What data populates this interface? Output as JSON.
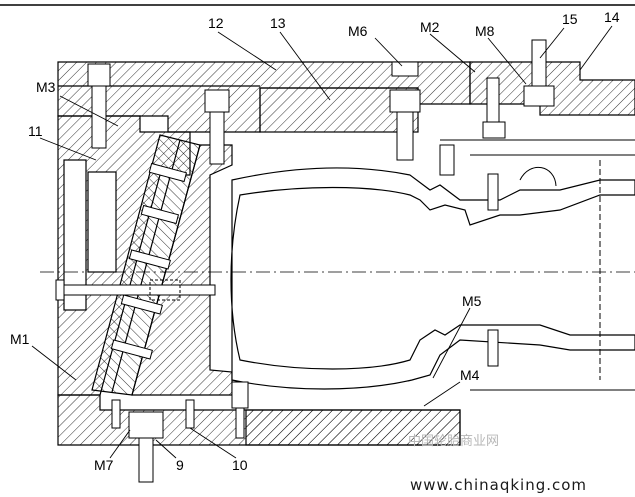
{
  "labels": {
    "l12": "12",
    "l13": "13",
    "lM6": "M6",
    "lM2": "M2",
    "lM8": "M8",
    "l15": "15",
    "l14": "14",
    "lM3": "M3",
    "l11": "11",
    "lM1": "M1",
    "lM5": "M5",
    "lM4": "M4",
    "lM7": "M7",
    "l9": "9",
    "l10": "10"
  },
  "watermark": {
    "cn": "中国轮胎商业网",
    "url": "www.chinaqking.com"
  },
  "colors": {
    "line": "#000000",
    "hatch": "#000000",
    "background": "#ffffff",
    "watermark": "#b7b7b7"
  }
}
